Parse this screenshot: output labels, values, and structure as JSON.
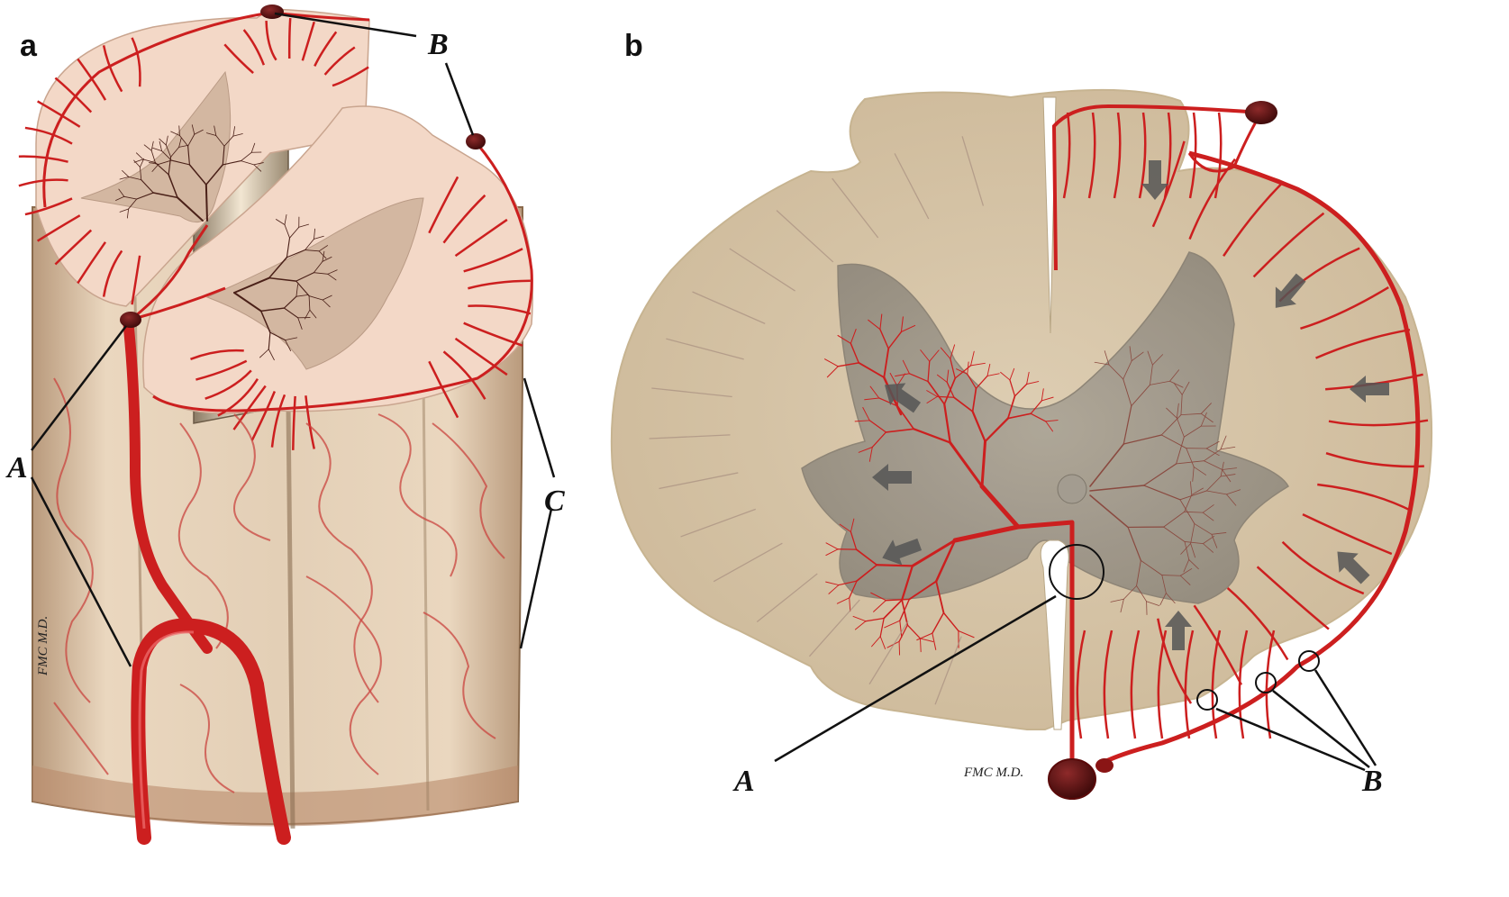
{
  "panels": [
    {
      "letter": "a",
      "callouts": {
        "A": "A",
        "B": "B",
        "C": "C"
      },
      "signature": "FMC M.D."
    },
    {
      "letter": "b",
      "callouts": {
        "A": "A",
        "B": "B"
      },
      "signature": "FMC M.D."
    }
  ],
  "colors": {
    "artery": "#cc1f1f",
    "artery_dark": "#7a0f10",
    "white_matter": "#d9c7a8",
    "grey_matter": "#9c9588",
    "cut_surface": "#f3d8c7",
    "outline": "#111111"
  }
}
